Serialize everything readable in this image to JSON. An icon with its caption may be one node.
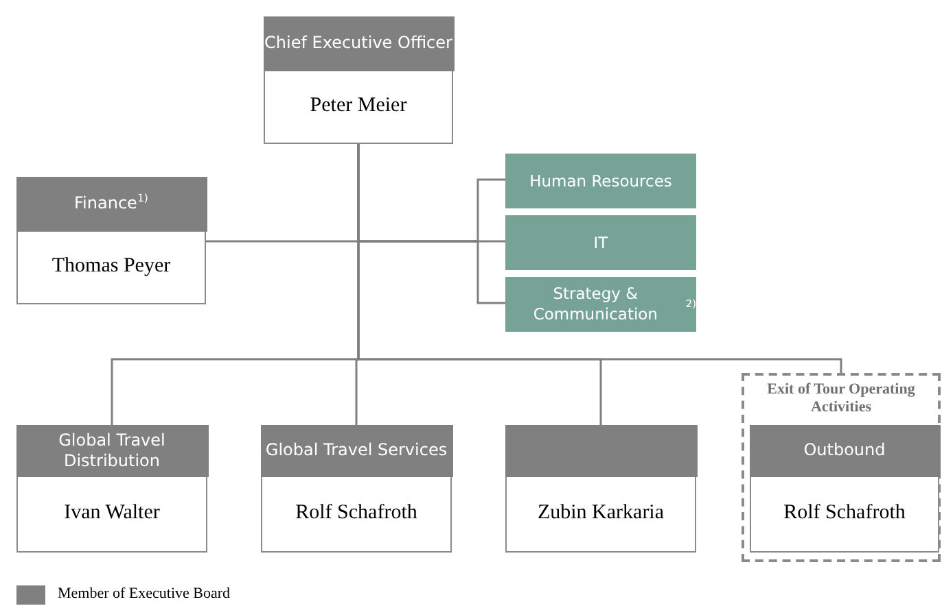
{
  "diagram": {
    "nodes": [
      {
        "text": [
          "Chief Executive Officer",
          "Peter Meier"
        ]
      },
      {
        "text": [
          "Finance$^{1)}$",
          "Thomas Peyer"
        ]
      },
      {
        "text": [
          "Human Resources"
        ]
      },
      {
        "text": [
          "IT"
        ]
      },
      {
        "text": [
          "Strategy & Communication$^{2)}$"
        ]
      },
      {
        "text": [
          "Global Travel Distribution",
          "Ivan Walter"
        ]
      },
      {
        "text": [
          "Global Travel Services",
          "Rolf Schafroth"
        ]
      },
      {
        "text": [
          "Zubin Karkaria"
        ]
      },
      {
        "text": [
          "Exit of Tour Operating Activities"
        ]
      },
      {
        "text": [
          "Outbound",
          "Rolf Schafroth"
        ],
        "in": 8
      }
    ],
    "edges": [
      {
        "from": 0,
        "to": 1,
        "arrow": "none"
      },
      {
        "from": 0,
        "to": 2,
        "arrow": "none"
      },
      {
        "from": 0,
        "to": 3,
        "arrow": "none"
      },
      {
        "from": 0,
        "to": 4,
        "arrow": "none"
      },
      {
        "from": 0,
        "to": 5,
        "arrow": "none"
      },
      {
        "from": 0,
        "to": 6,
        "arrow": "none"
      },
      {
        "from": 0,
        "to": 7,
        "arrow": "none"
      },
      {
        "from": 0,
        "to": 8,
        "arrow": "none"
      }
    ],
    "legend": [
      {
        "text": "Member of Executive Board",
        "color": "#808080"
      }
    ]
  }
}
